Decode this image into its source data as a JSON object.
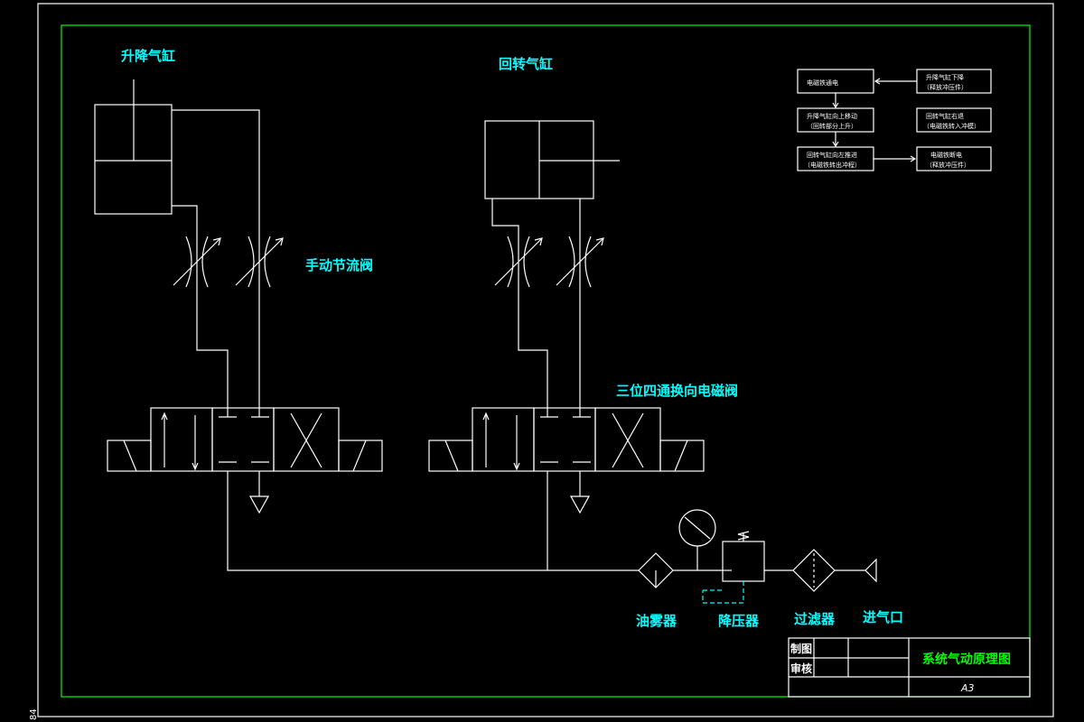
{
  "labels": {
    "lift_cylinder": "升降气缸",
    "rotary_cylinder": "回转气缸",
    "throttle_valve": "手动节流阀",
    "solenoid_valve": "三位四通换向电磁阀",
    "lubricator": "油雾器",
    "pressure_reducer": "降压器",
    "filter": "过滤器",
    "air_inlet": "进气口"
  },
  "flowchart": {
    "boxes": [
      {
        "line1": "电磁铁通电",
        "line2": ""
      },
      {
        "line1": "升降气缸向上移动",
        "line2": "（回转部分上升）"
      },
      {
        "line1": "回转气缸向左推进",
        "line2": "（电磁铁转出冲程）"
      },
      {
        "line1": "升降气缸下降",
        "line2": "（释放冲压件）"
      },
      {
        "line1": "回转气缸右退",
        "line2": "（电磁铁转入冲模）"
      },
      {
        "line1": "电磁铁断电",
        "line2": "（释放冲压件）"
      }
    ]
  },
  "title_block": {
    "drawn_label": "制图",
    "checked_label": "审核",
    "title": "系统气动原理图",
    "size": "A3"
  },
  "margin_text": "84"
}
